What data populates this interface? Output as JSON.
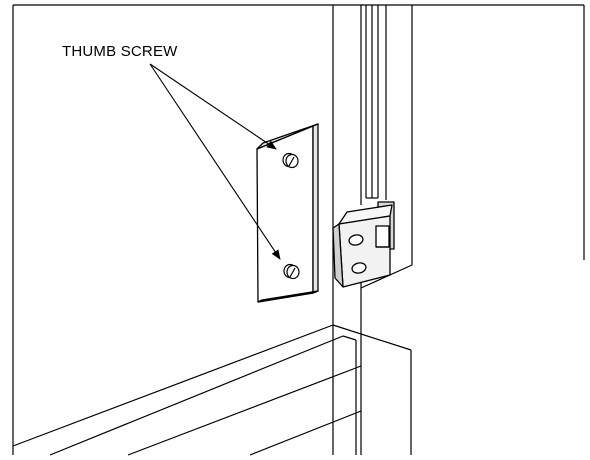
{
  "diagram": {
    "callout": {
      "label": "THUMB SCREW",
      "points_to": [
        "upper-thumb-screw",
        "lower-thumb-screw"
      ]
    },
    "parts": [
      "thumb-screw-plate",
      "upper-thumb-screw",
      "lower-thumb-screw",
      "slotted-bracket",
      "vertical-rail",
      "lower-housing-box"
    ],
    "colors": {
      "line": "#000000",
      "background": "#ffffff",
      "plate_face": "#ffffff",
      "plate_edge": "#e6e6e6",
      "bracket_face": "#f2f2f2",
      "bracket_side": "#d9d9d9"
    },
    "style": "isometric line drawing"
  }
}
